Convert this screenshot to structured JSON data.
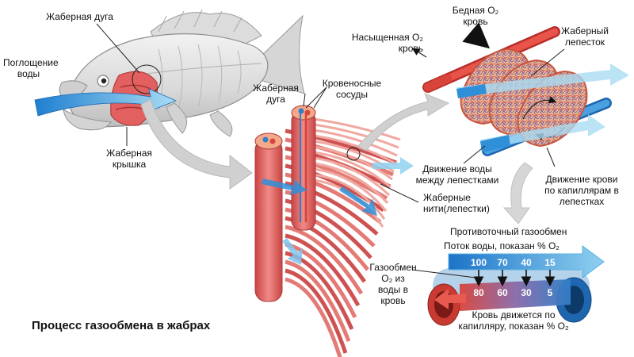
{
  "title": "Процесс газообмена в жабрах",
  "fish": {
    "water_intake": [
      "Поглощение",
      "воды"
    ],
    "gill_arch": "Жаберная дуга",
    "operculum": [
      "Жаберная",
      "крышка"
    ]
  },
  "arch_detail": {
    "gill_arch": [
      "Жаберная",
      "дуга"
    ],
    "blood_vessels": [
      "Кровеносные",
      "сосуды"
    ],
    "filaments": [
      "Жаберные",
      "нити(лепестки)"
    ]
  },
  "lamella_detail": {
    "poor_blood": [
      "Бедная O₂",
      "кровь"
    ],
    "rich_blood": [
      "Насыщенная O₂",
      "кровь"
    ],
    "lamella": [
      "Жаберный",
      "лепесток"
    ],
    "water_between": [
      "Движение воды",
      "между лепестками"
    ],
    "blood_in_capillaries": [
      "Движение крови",
      "по капиллярам в",
      "лепестках"
    ]
  },
  "countercurrent": {
    "title": "Противоточный газообмен",
    "water_flow": "Поток воды, показан % O₂",
    "water_values": [
      "100",
      "70",
      "40",
      "15"
    ],
    "blood_values": [
      "80",
      "60",
      "30",
      "5"
    ],
    "exchange": [
      "Газообмен",
      "O₂ из",
      "воды в",
      "кровь"
    ],
    "blood_flow": [
      "Кровь движется по",
      "капилляру, показан % O₂"
    ]
  },
  "colors": {
    "water": "#2f8fd8",
    "water_light": "#9fd6f0",
    "blood_rich": "#d8433a",
    "blood_poor": "#2f7fc8",
    "filament": "#e06a6a",
    "fish_body": "#e4e4e4",
    "gray_arrow": "#cfcfcf"
  }
}
